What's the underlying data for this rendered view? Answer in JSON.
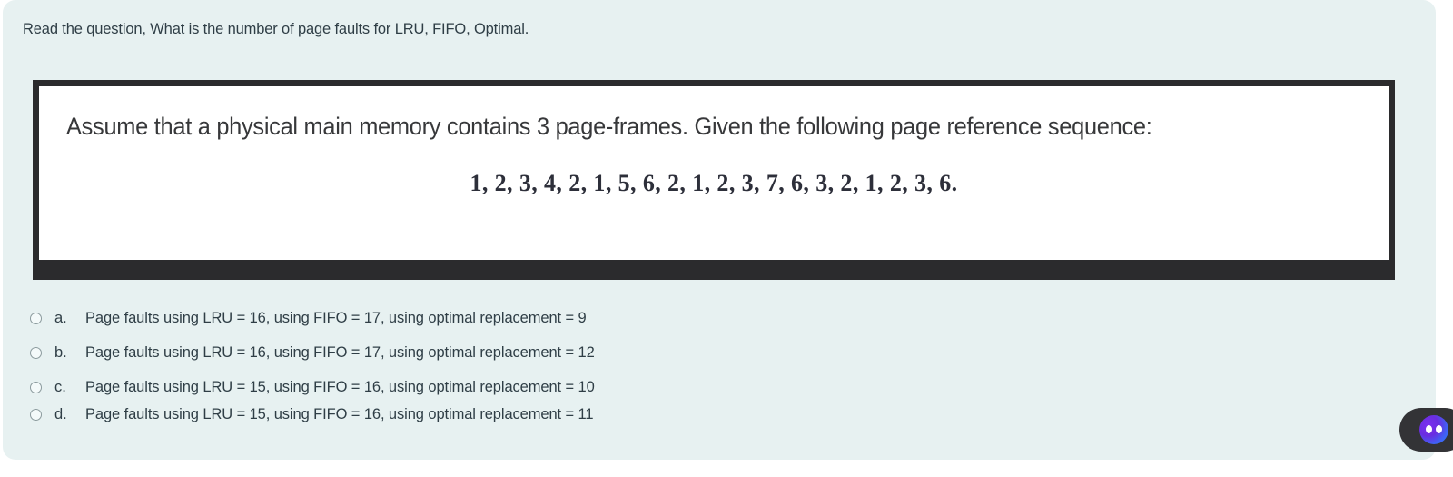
{
  "prompt": {
    "text": "Read the question, What is the number of page faults for LRU, FIFO, Optimal."
  },
  "question_stem": {
    "body": "Assume that a physical main memory contains 3 page-frames. Given the following page reference sequence:",
    "sequence": "1, 2, 3, 4, 2, 1, 5, 6, 2, 1, 2, 3, 7, 6, 3, 2, 1, 2, 3, 6."
  },
  "options": [
    {
      "letter": "a.",
      "text": "Page faults using LRU = 16, using FIFO = 17, using optimal replacement = 9",
      "selected": false
    },
    {
      "letter": "b.",
      "text": "Page faults using LRU = 16, using FIFO = 17, using optimal replacement = 12",
      "selected": false
    },
    {
      "letter": "c.",
      "text": "Page faults using LRU = 15, using FIFO = 16, using optimal replacement = 10",
      "selected": false
    },
    {
      "letter": "d.",
      "text": "Page faults using LRU = 15, using FIFO = 16, using optimal replacement = 11",
      "selected": false
    }
  ],
  "assistant_widget": {
    "icon": "assistant-eyes-icon"
  },
  "colors": {
    "panel_background": "#e7f1f1",
    "page_background": "#ffffff",
    "stem_border": "#2b2b2d",
    "stem_background": "#ffffff",
    "text": "#2f3e46",
    "radio_border": "#8c9b9e",
    "widget_background": "#333336",
    "widget_gradient_start": "#7b2ff0",
    "widget_gradient_end": "#2f7df5"
  }
}
